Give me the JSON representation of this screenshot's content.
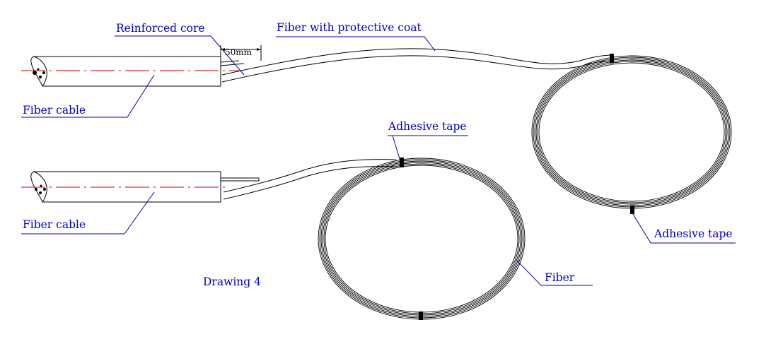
{
  "labels": {
    "reinforced_core": "Reinforced core",
    "fiber_with_coat": "Fiber with protective coat",
    "dimension": "50mm",
    "fiber_cable_top": "Fiber cable",
    "fiber_cable_bottom": "Fiber cable",
    "adhesive_tape_top": "Adhesive tape",
    "adhesive_tape_right": "Adhesive tape",
    "fiber": "Fiber",
    "drawing_title": "Drawing 4"
  },
  "colors": {
    "label_text": "#0000cc",
    "centerline": "#cc0000",
    "outline": "#000000"
  }
}
